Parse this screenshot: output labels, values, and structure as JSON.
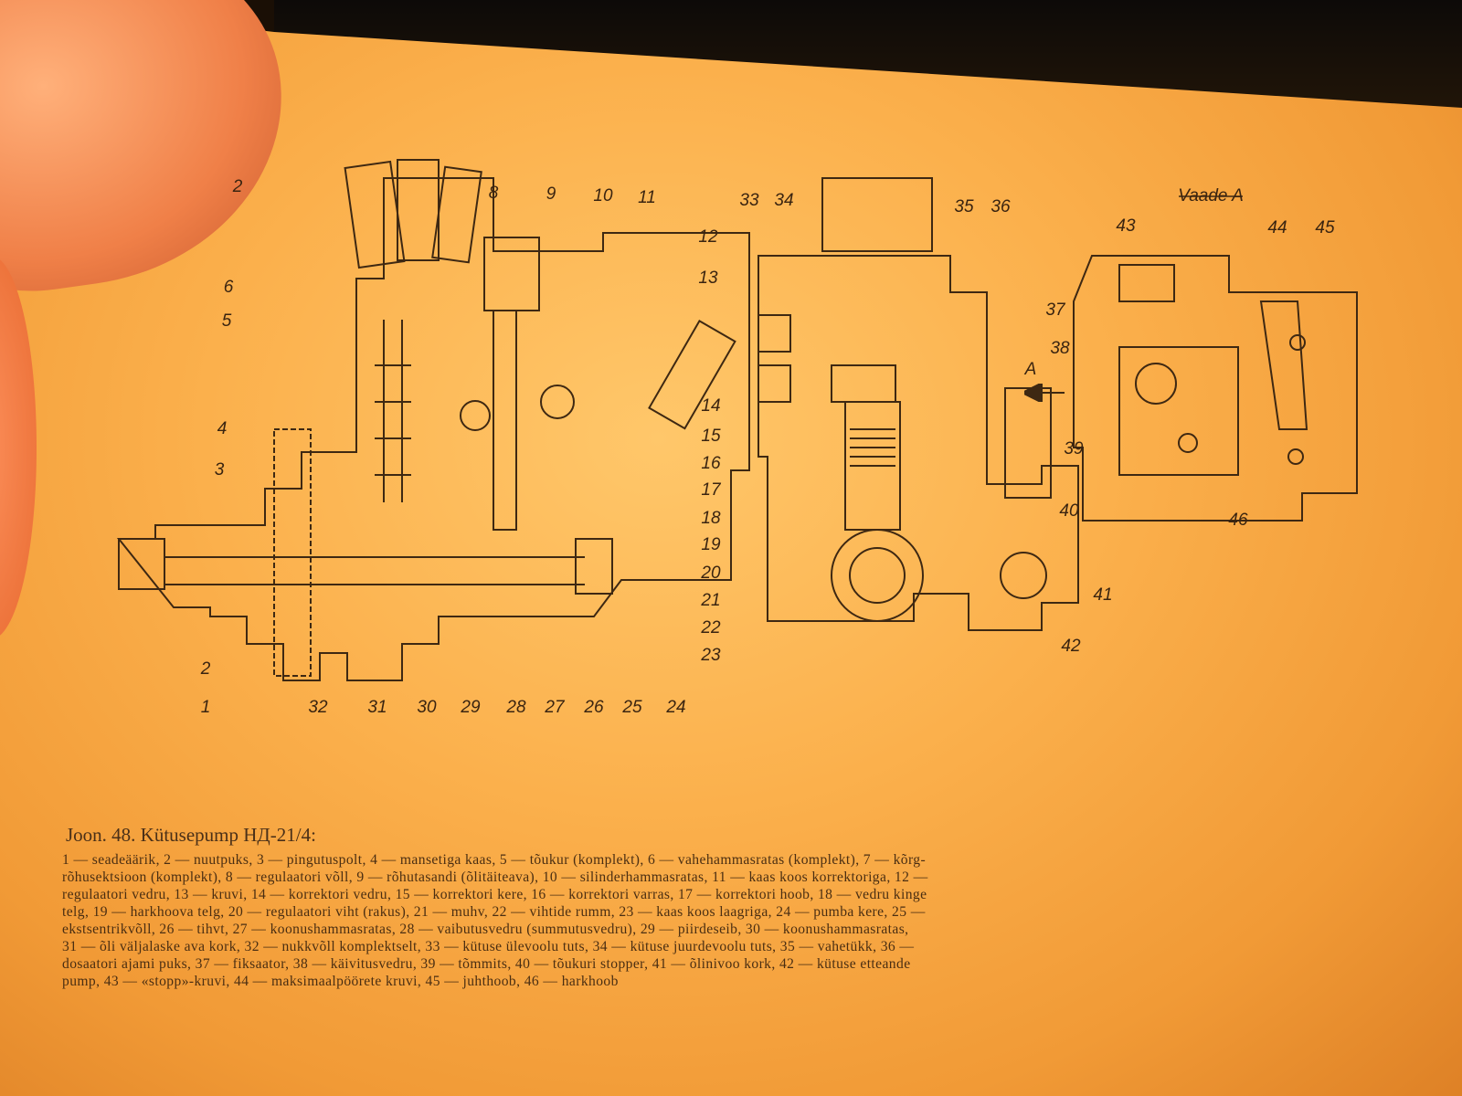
{
  "figure": {
    "caption_title": "Joon. 48. Kütusepump НД-21/4:",
    "view_label": "Vaade A",
    "arrow_label": "A",
    "callouts": [
      "2",
      "6",
      "5",
      "4",
      "3",
      "2",
      "1",
      "32",
      "31",
      "30",
      "29",
      "28",
      "27",
      "26",
      "25",
      "24",
      "8",
      "9",
      "10",
      "11",
      "12",
      "13",
      "14",
      "15",
      "16",
      "17",
      "18",
      "19",
      "20",
      "21",
      "22",
      "23",
      "33",
      "34",
      "35",
      "36",
      "37",
      "40",
      "41",
      "42",
      "43",
      "44",
      "45",
      "38",
      "39",
      "46"
    ],
    "legend_lines": [
      "1 — seadeäärik, 2 — nuutpuks, 3 — pingutuspolt, 4 — mansetiga kaas, 5 — tõukur (komplekt), 6 — vahehammasratas (komplekt), 7 — kõrg-",
      "rõhusektsioon (komplekt), 8 — regulaatori võll, 9 — rõhutasandi (õlitäiteava), 10 — silinderhammasratas, 11 — kaas koos korrektoriga, 12 —",
      "regulaatori vedru, 13 — kruvi, 14 — korrektori vedru, 15 — korrektori kere, 16 — korrektori varras, 17 — korrektori hoob, 18 — vedru kinge",
      "telg, 19 — harkhoova telg, 20 — regulaatori viht (rakus), 21 — muhv, 22 — vihtide rumm, 23 — kaas koos laagriga, 24 — pumba kere, 25 —",
      "ekstsentrikvõll, 26 — tihvt, 27 — koonushammasratas, 28 — vaibutusvedru (summutusvedru), 29 — piirdeseib, 30 — koonushammasratas,",
      "31 — õli väljalaske ava kork, 32 — nukkvõll komplektselt, 33 — kütuse ülevoolu tuts, 34 — kütuse juurdevoolu tuts, 35 — vahetükk, 36 —",
      "dosaatori ajami puks, 37 — fiksaator, 38 — käivitusvedru, 39 — tõmmits, 40 — tõukuri stopper, 41 — õlinivoo kork, 42 — kütuse etteande",
      "pump, 43 — «stopp»-kruvi, 44 — maksimaalpöörete kruvi, 45 — juhthoob, 46 — harkhoob"
    ]
  }
}
